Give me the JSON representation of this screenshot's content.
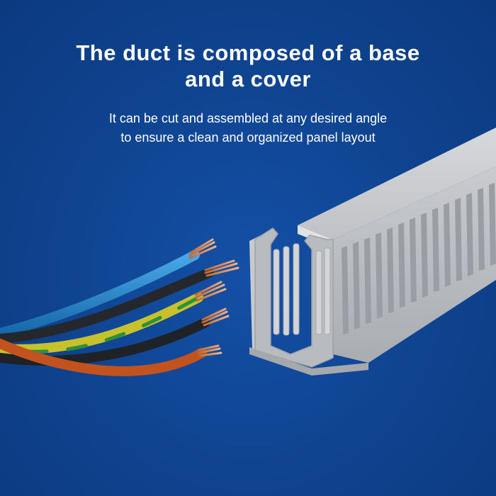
{
  "headline": {
    "line1": "The duct is composed of a base",
    "line2": "and a cover"
  },
  "subheadline": {
    "line1": "It can be cut and assembled at any desired angle",
    "line2": "to ensure a clean and organized panel layout"
  },
  "colors": {
    "background": "#0f438f",
    "duct": "#c3c6ca",
    "wire_blue": "#1f86cf",
    "wire_black": "#222428",
    "wire_yellow_green": "#c9c22a",
    "wire_brown": "#c0501e",
    "copper": "#d9925f"
  }
}
